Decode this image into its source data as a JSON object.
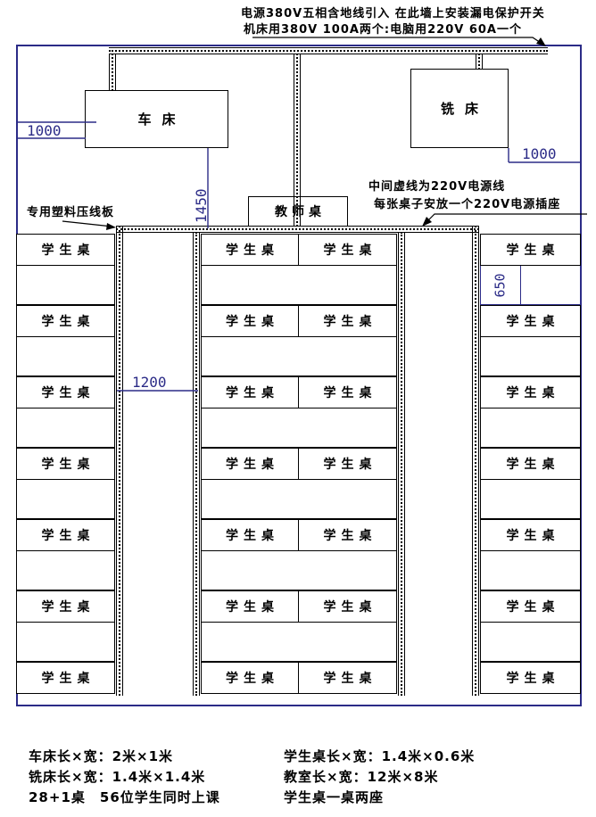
{
  "note": {
    "line1": "电源380V五相含地线引入  在此墙上安装漏电保护开关",
    "line2": "机床用380V 100A两个:电脑用220V 60A一个"
  },
  "machines": {
    "lathe": "车床",
    "mill": "铣床",
    "teacher": "教师桌"
  },
  "desk_label": "学生桌",
  "desk_grid": {
    "rows": 7,
    "columns": [
      {
        "cells": 1
      },
      {
        "cells": 2
      },
      {
        "cells": 1
      }
    ]
  },
  "annotations": {
    "cable_board": "专用塑料压线板",
    "power_line1": "中间虚线为220V电源线",
    "power_line2": "每张桌子安放一个220V电源插座"
  },
  "dimensions": {
    "left_gap": "1000",
    "lathe_front": "1450",
    "right_gap": "1000",
    "center_aisle": "1200",
    "row_gap": "650"
  },
  "specs": [
    {
      "left": "车床长×宽：2米×1米",
      "right": "学生桌长×宽：1.4米×0.6米"
    },
    {
      "left": "铣床长×宽：1.4米×1.4米",
      "right": "教室长×宽：12米×8米"
    },
    {
      "left": "28+1桌　56位学生同时上课",
      "right": "学生桌一桌两座"
    }
  ],
  "colors": {
    "wall": "#2b2b87",
    "dimension": "#2b2b87",
    "line": "#000000"
  }
}
